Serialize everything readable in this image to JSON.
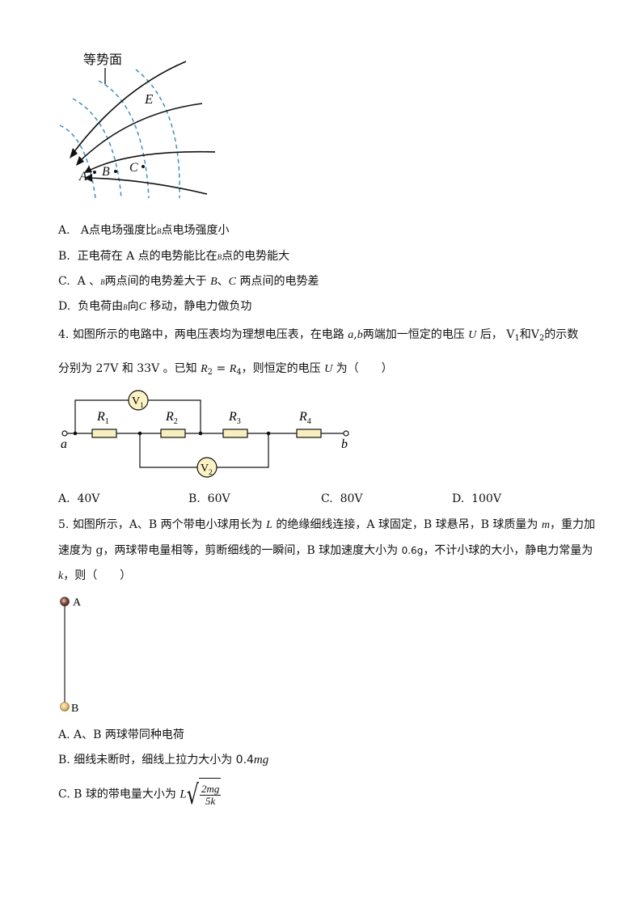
{
  "figure1": {
    "label_equipotential": "等势面",
    "label_E": "E",
    "points": [
      "A",
      "B",
      "C"
    ]
  },
  "q3_options": {
    "A": {
      "prefix": "A.",
      "text_a": "A",
      "text_b": "点电场强度比",
      "b_small": "B",
      "text_c": "点电场强度小"
    },
    "B": {
      "prefix": "B.",
      "text_a": "正电荷在 A 点的电势能比在",
      "b_small": "B",
      "text_c": "点的电势能大"
    },
    "C": {
      "prefix": "C.",
      "text_a": "A 、",
      "b_small": "B",
      "text_b": "两点间的电势差大于",
      "it_b": "B",
      "sep": "、",
      "it_c": "C",
      "text_c": "两点间的电势差"
    },
    "D": {
      "prefix": "D.",
      "text_a": "负电荷由",
      "b_small": "B",
      "text_b": "向",
      "it_c": "C",
      "text_c": "移动，静电力做负功"
    }
  },
  "q4": {
    "number": "4.",
    "line1_a": "如图所示的电路中，两电压表均为理想电压表，在电路",
    "a_var": "a",
    "comma": ",",
    "b_var": "b",
    "line1_b": "两端加一恒定的电压",
    "U": "U",
    "line1_c": "后，",
    "V": "V",
    "sub1": "1",
    "and": "和",
    "sub2": "2",
    "line1_d": "的示数",
    "line2_a": "分别为 27V 和 33V 。已知",
    "R": "R",
    "r2_sub": "2",
    "eq": " = ",
    "r4_sub": "4",
    "line2_b": "，则恒定的电压",
    "line2_c": "为（　　）",
    "circuit": {
      "resistors": [
        "R1",
        "R2",
        "R3",
        "R4"
      ],
      "r_label": "R",
      "r_subs": [
        "1",
        "2",
        "3",
        "4"
      ],
      "meters": [
        "V1",
        "V2"
      ],
      "m_label": "V",
      "m_subs": [
        "1",
        "2"
      ],
      "terminals": [
        "a",
        "b"
      ]
    },
    "options": [
      {
        "label": "A.",
        "value": "40V"
      },
      {
        "label": "B.",
        "value": "60V"
      },
      {
        "label": "C.",
        "value": "80V"
      },
      {
        "label": "D.",
        "value": "100V"
      }
    ]
  },
  "q5": {
    "number": "5.",
    "line1_a": "如图所示，A、B 两个带电小球用长为",
    "L": "L",
    "line1_b": "的绝缘细线连接，A 球固定，B 球悬吊，B 球质量为",
    "m": "m",
    "line1_c": "，重力加",
    "line2_a": "速度为 g，两球带电量相等，剪断细线的一瞬间，B 球加速度大小为",
    "accel": "0.6g",
    "line2_b": "，不计小球的大小，静电力常量为",
    "k": "k",
    "line3": "，则（　　）",
    "figure": {
      "top_label": "A",
      "bottom_label": "B"
    },
    "options": {
      "A": "A. A、B 两球带同种电荷",
      "B_text": "B.  细线未断时，细线上拉力大小为",
      "B_value": "0.4",
      "B_mg": "mg",
      "C_text": "C. B 球的带电量大小为",
      "C_L": "L",
      "C_num": "2mg",
      "C_den": "5k"
    }
  },
  "colors": {
    "equipotential_dash": "#3a8fc0",
    "field_line": "#111111",
    "resistor_fill": "#f7efbe",
    "meter_fill": "#fbf3c4",
    "ball_a": "#7a4a3a",
    "ball_b": "#e6c27a"
  }
}
